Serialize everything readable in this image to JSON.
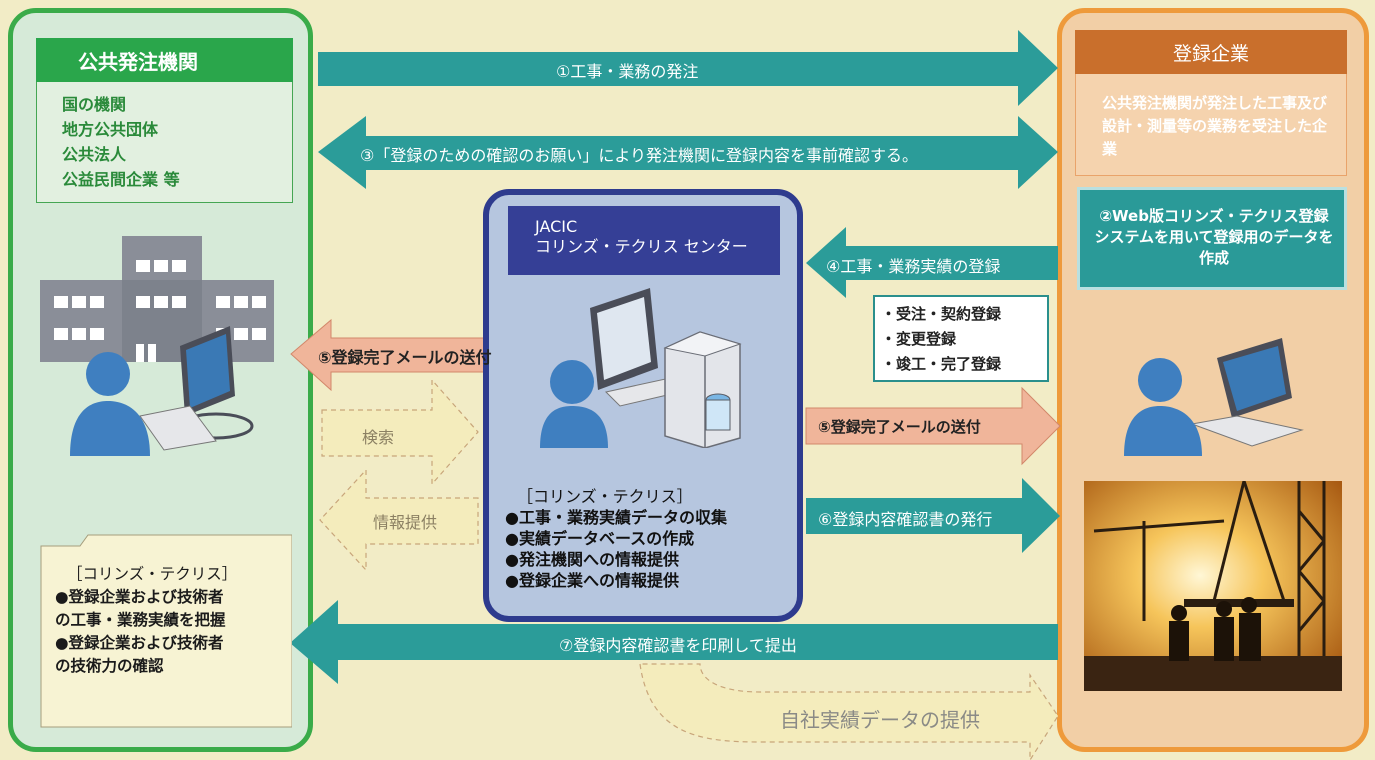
{
  "agency": {
    "title": "公共発注機関",
    "items": [
      "国の機関",
      "地方公共団体",
      "公共法人",
      "公益民間企業 等"
    ]
  },
  "company": {
    "title": "登録企業",
    "description": "公共発注機関が発注した工事及び設計・測量等の業務を受注した企業",
    "web_system": "②Web版コリンズ・テクリス登録システムを用いて登録用のデータを作成"
  },
  "center": {
    "name_line1": "JACIC",
    "name_line2": "コリンズ・テクリス センター",
    "functions": [
      "［コリンズ・テクリス］",
      "●工事・業務実績データの収集",
      "●実績データベースの作成",
      "●発注機関への情報提供",
      "●登録企業への情報提供"
    ]
  },
  "registration_types": [
    "・受注・契約登録",
    "・変更登録",
    "・竣工・完了登録"
  ],
  "agency_folder": [
    "［コリンズ・テクリス］",
    "●登録企業および技術者",
    "の工事・業務実績を把握",
    "●登録企業および技術者",
    "の技術力の確認"
  ],
  "arrows": {
    "order": "①工事・業務の発注",
    "confirm": "③「登録のための確認のお願い」により発注機関に登録内容を事前確認する。",
    "register": "④工事・業務実績の登録",
    "mail_to_agency": "⑤登録完了メールの送付",
    "mail_to_company": "⑤登録完了メールの送付",
    "issue_certificate": "⑥登録内容確認書の発行",
    "submit_certificate": "⑦登録内容確認書を印刷して提出",
    "search": "検索",
    "info": "情報提供",
    "own_data": "自社実績データの提供"
  },
  "colors": {
    "teal": "#2b9c99",
    "green": "#3aab49",
    "orange": "#ee9a3b",
    "navy": "#2e3b8e",
    "salmon": "#f0b59a"
  }
}
